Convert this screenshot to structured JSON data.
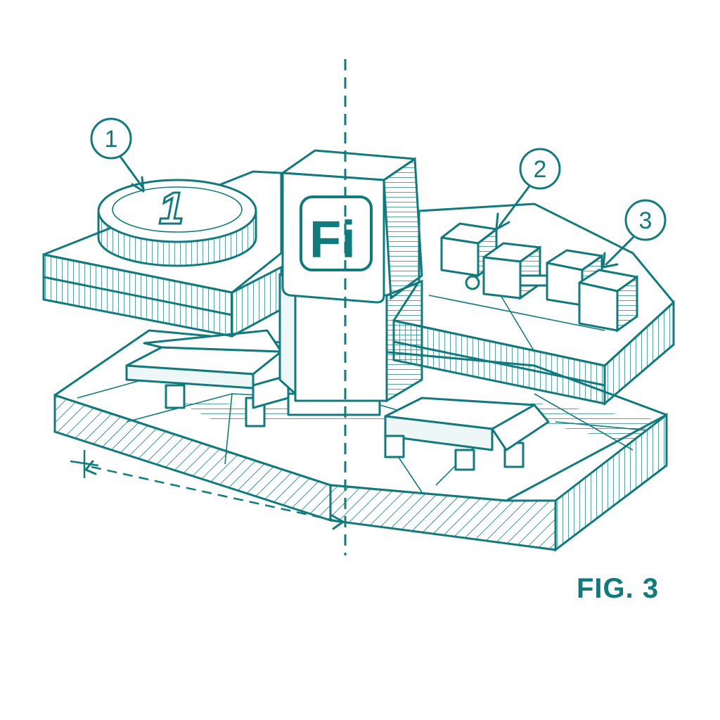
{
  "figure": {
    "label": "FIG. 3",
    "logo_text": "Fi",
    "coin_text": "1",
    "callouts": [
      {
        "id": "coin",
        "label": "1"
      },
      {
        "id": "cubes-front",
        "label": "2"
      },
      {
        "id": "cubes-rear",
        "label": "3"
      }
    ],
    "colors": {
      "ink": "#127a7d",
      "background": "#ffffff"
    }
  }
}
